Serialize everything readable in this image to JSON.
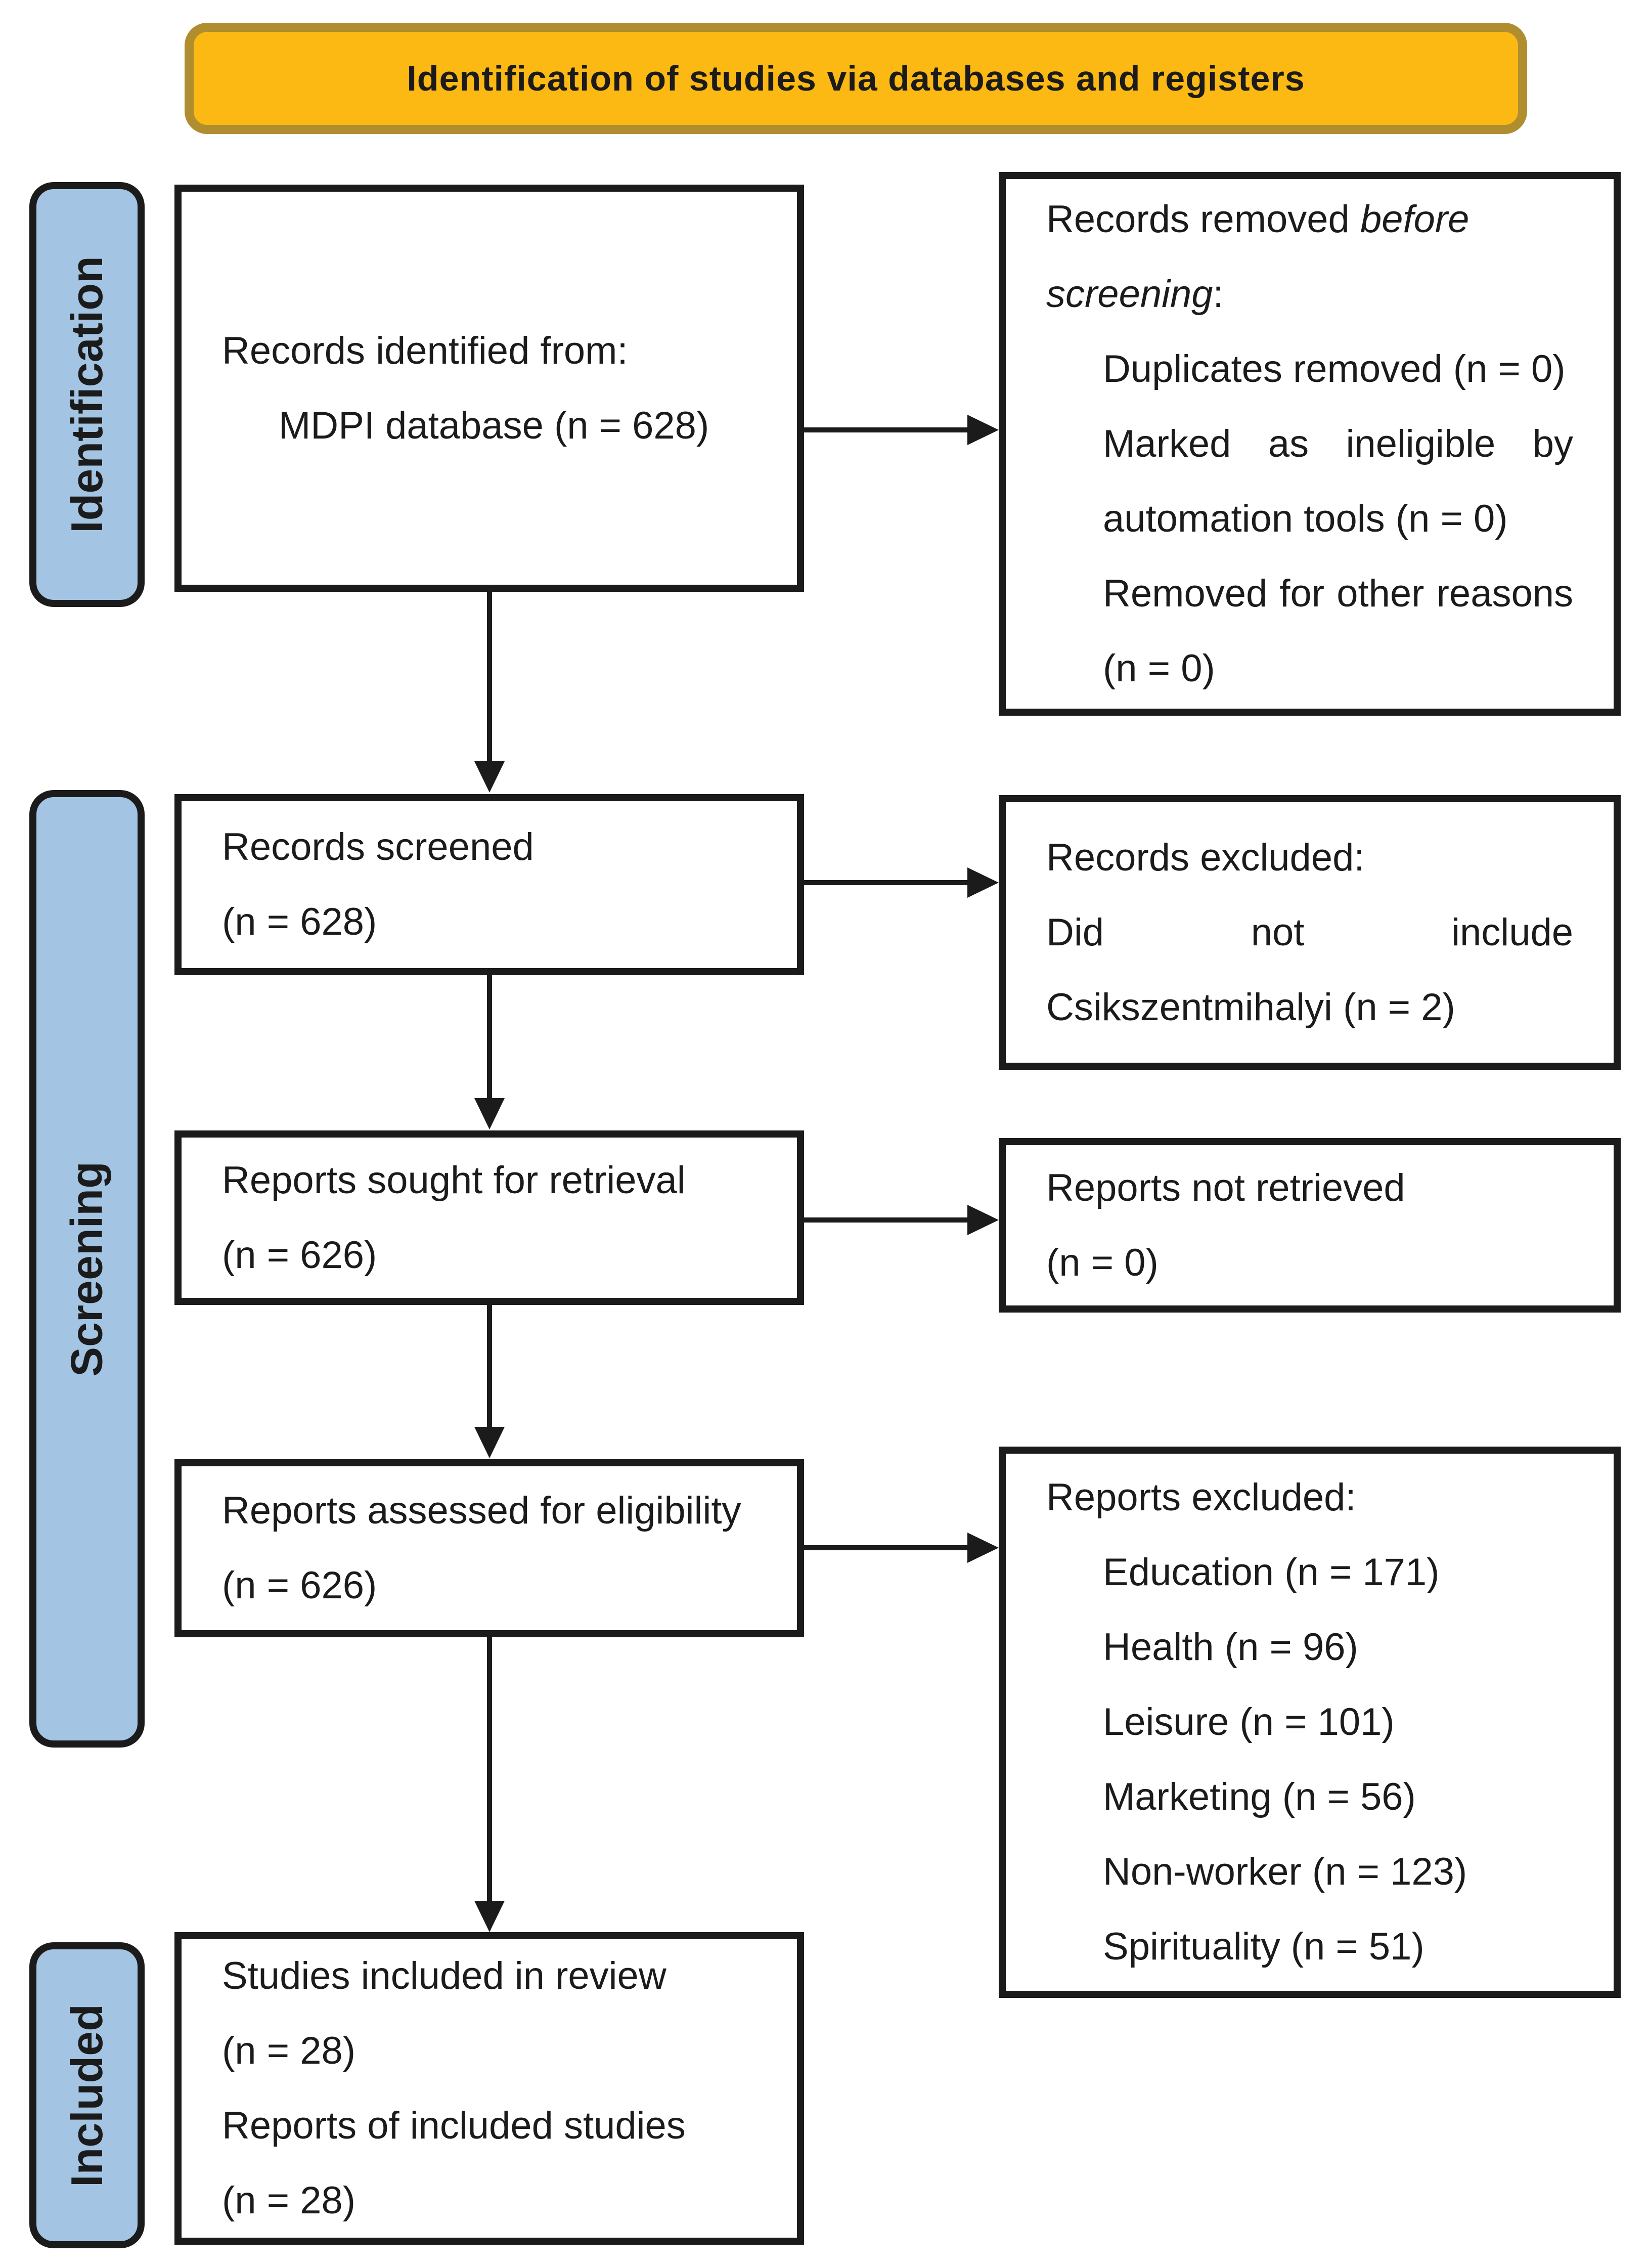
{
  "banner": {
    "title": "Identification of studies via databases and registers"
  },
  "sidebar": {
    "stages": [
      "Identification",
      "Screening",
      "Included"
    ]
  },
  "flow": {
    "identified": {
      "line1": "Records identified from:",
      "line2": "MDPI database (n = 628)"
    },
    "removed": {
      "header_prefix": "Records removed ",
      "header_italic": "before screening",
      "header_suffix": ":",
      "items": [
        "Duplicates removed (n = 0)",
        "Marked as ineligible by automation tools (n = 0)",
        "Removed for other reasons (n = 0)"
      ]
    },
    "screened": {
      "line1": "Records screened",
      "line2": "(n = 628)"
    },
    "records_excluded": {
      "header": "Records excluded:",
      "body": "Did not include Csikszentmihalyi (n = 2)"
    },
    "sought": {
      "line1": "Reports sought for retrieval",
      "line2": "(n = 626)"
    },
    "not_retrieved": {
      "line1": "Reports not retrieved",
      "line2": "(n = 0)"
    },
    "assessed": {
      "line1": "Reports assessed for eligibility",
      "line2": "(n = 626)"
    },
    "reports_excluded": {
      "header": "Reports excluded:",
      "items": [
        "Education (n = 171)",
        "Health (n = 96)",
        "Leisure (n = 101)",
        "Marketing (n = 56)",
        "Non-worker (n = 123)",
        "Spirituality (n = 51)"
      ]
    },
    "included": {
      "line1": "Studies included in review",
      "line2": "(n = 28)",
      "line3": "Reports of included studies",
      "line4": "(n = 28)"
    }
  },
  "colors": {
    "banner_fill": "#FDB913",
    "banner_border": "#B08E2F",
    "stage_fill": "#A3C4E3",
    "line_color": "#1b1b1b"
  }
}
